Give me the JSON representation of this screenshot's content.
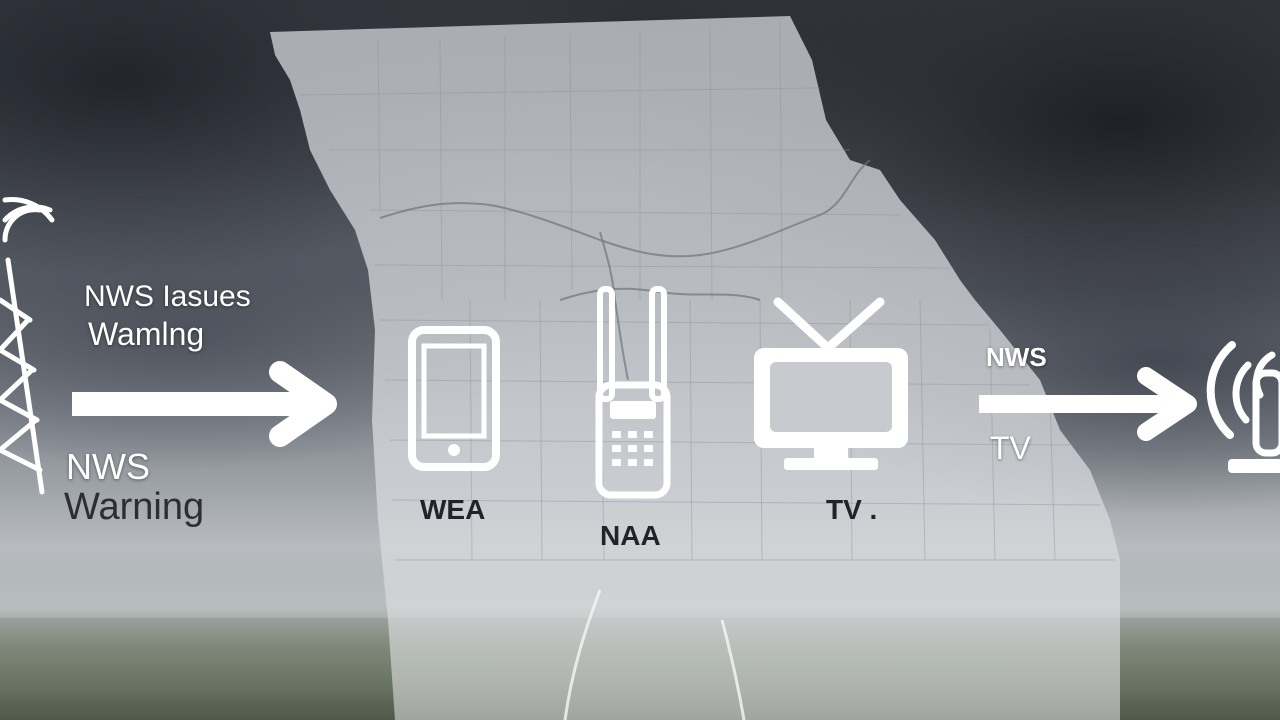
{
  "left_block": {
    "upper_line1": "NWS Iasues",
    "upper_line2": "Wamlng",
    "lower_line1": "NWS",
    "lower_line2": "Warning"
  },
  "channels": [
    {
      "icon": "smartphone-icon",
      "label": "WEA"
    },
    {
      "icon": "weather-radio-icon",
      "label": "NAA"
    },
    {
      "icon": "television-icon",
      "label": "TV ."
    }
  ],
  "right_block": {
    "upper_label": "NWS",
    "lower_label": "TV"
  },
  "colors": {
    "icon": "#ffffff",
    "label_dark": "#202328",
    "state_fill": "#c9cdd1"
  }
}
